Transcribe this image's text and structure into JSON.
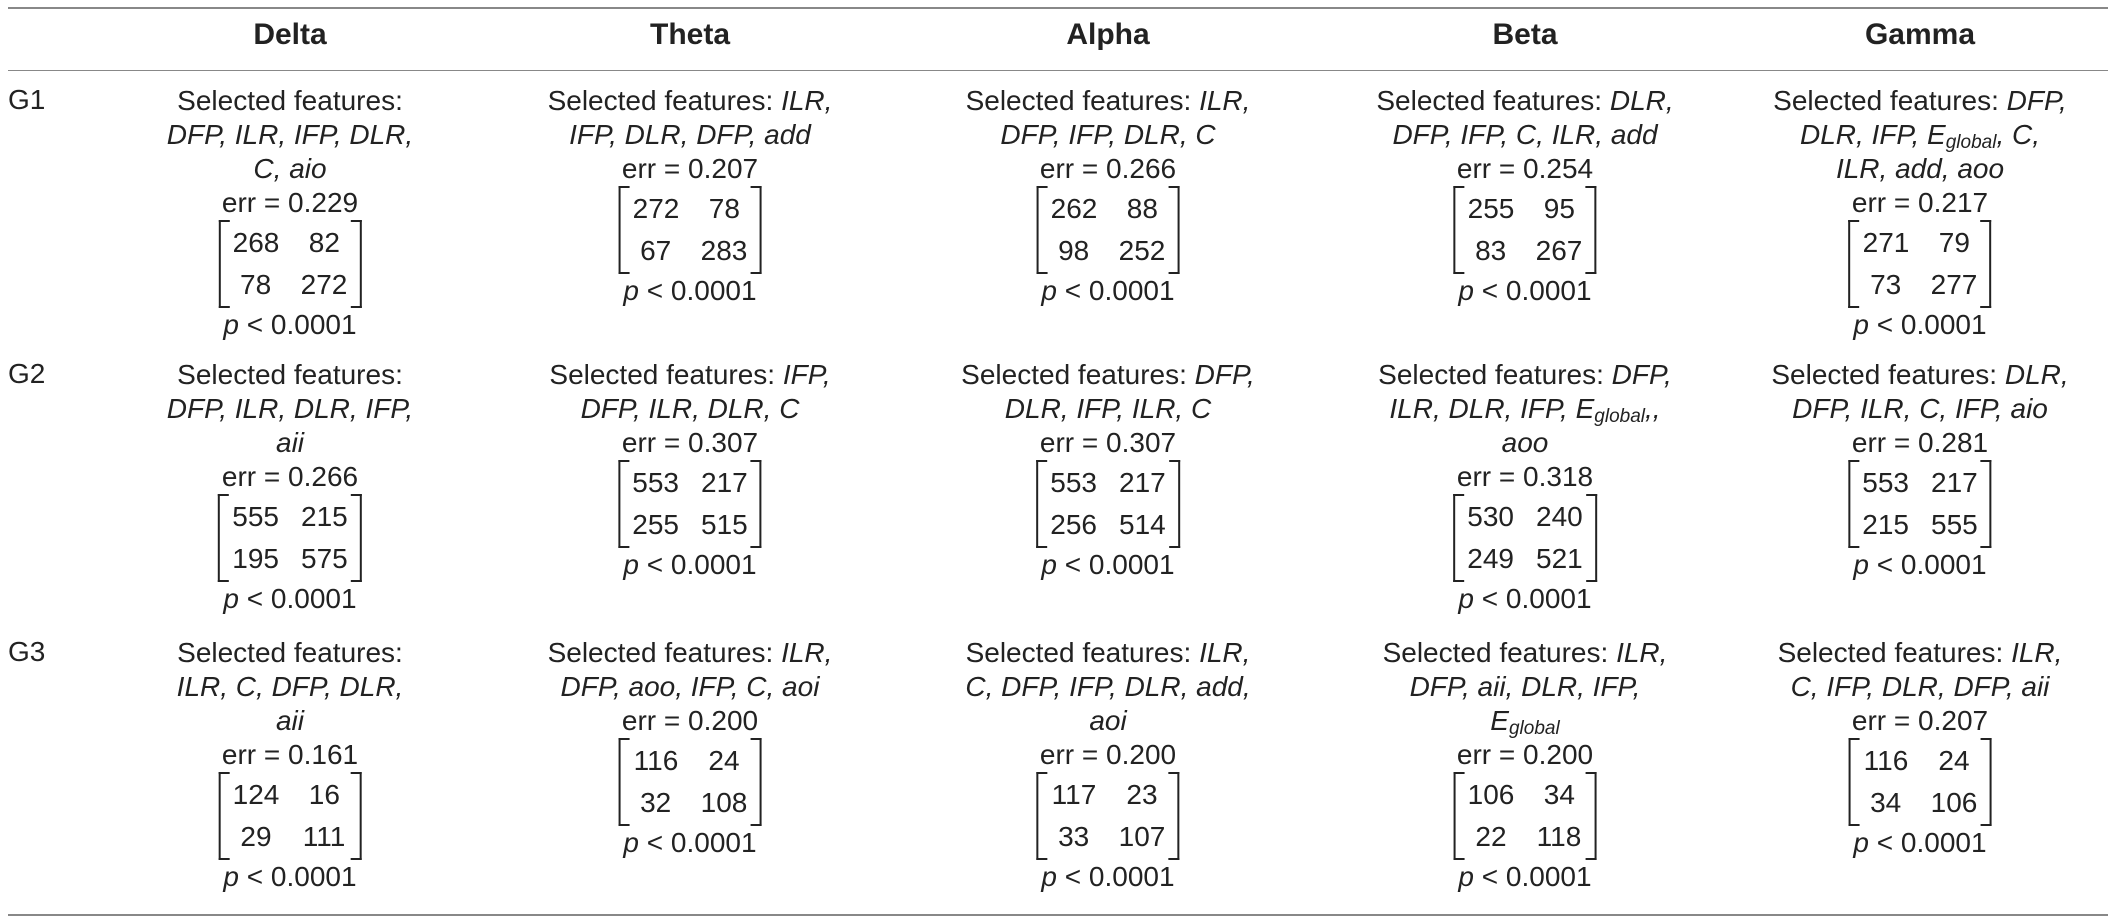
{
  "columns": [
    "Delta",
    "Theta",
    "Alpha",
    "Beta",
    "Gamma"
  ],
  "row_labels": [
    "G1",
    "G2",
    "G3"
  ],
  "common": {
    "selected_label": "Selected features:",
    "err_prefix": "err = ",
    "p_symbol": "p",
    "p_value": " < 0.0001"
  },
  "cells": [
    [
      {
        "lines": [
          [
            "Selected features:",
            ""
          ],
          [
            "",
            "DFP, ILR, IFP, DLR,"
          ],
          [
            "",
            "C, aio"
          ]
        ],
        "err": "0.229",
        "m": [
          [
            "268",
            "82"
          ],
          [
            "78",
            "272"
          ]
        ]
      },
      {
        "lines": [
          [
            "Selected features: ",
            "ILR,"
          ],
          [
            "",
            "IFP, DLR, DFP, add"
          ]
        ],
        "err": "0.207",
        "m": [
          [
            "272",
            "78"
          ],
          [
            "67",
            "283"
          ]
        ]
      },
      {
        "lines": [
          [
            "Selected features: ",
            "ILR,"
          ],
          [
            "",
            "DFP, IFP, DLR, C"
          ]
        ],
        "err": "0.266",
        "m": [
          [
            "262",
            "88"
          ],
          [
            "98",
            "252"
          ]
        ]
      },
      {
        "lines": [
          [
            "Selected features: ",
            "DLR,"
          ],
          [
            "",
            "DFP, IFP, C, ILR, add"
          ]
        ],
        "err": "0.254",
        "m": [
          [
            "255",
            "95"
          ],
          [
            "83",
            "267"
          ]
        ]
      },
      {
        "lines": [
          [
            "Selected features: ",
            "DFP,"
          ],
          [
            "",
            "DLR, IFP, E|global|, C,"
          ],
          [
            "",
            "ILR, add, aoo"
          ]
        ],
        "err": "0.217",
        "m": [
          [
            "271",
            "79"
          ],
          [
            "73",
            "277"
          ]
        ]
      }
    ],
    [
      {
        "lines": [
          [
            "Selected features:",
            ""
          ],
          [
            "",
            "DFP, ILR, DLR, IFP,"
          ],
          [
            "",
            "aii"
          ]
        ],
        "err": "0.266",
        "m": [
          [
            "555",
            "215"
          ],
          [
            "195",
            "575"
          ]
        ]
      },
      {
        "lines": [
          [
            "Selected features: ",
            "IFP,"
          ],
          [
            "",
            "DFP, ILR, DLR, C"
          ]
        ],
        "err": "0.307",
        "m": [
          [
            "553",
            "217"
          ],
          [
            "255",
            "515"
          ]
        ]
      },
      {
        "lines": [
          [
            "Selected features: ",
            "DFP,"
          ],
          [
            "",
            "DLR, IFP, ILR, C"
          ]
        ],
        "err": "0.307",
        "m": [
          [
            "553",
            "217"
          ],
          [
            "256",
            "514"
          ]
        ]
      },
      {
        "lines": [
          [
            "Selected features: ",
            "DFP,"
          ],
          [
            "",
            "ILR, DLR, IFP, E|global|,,"
          ],
          [
            "",
            "aoo"
          ]
        ],
        "err": "0.318",
        "m": [
          [
            "530",
            "240"
          ],
          [
            "249",
            "521"
          ]
        ]
      },
      {
        "lines": [
          [
            "Selected features: ",
            "DLR,"
          ],
          [
            "",
            "DFP, ILR, C, IFP, aio"
          ]
        ],
        "err": "0.281",
        "m": [
          [
            "553",
            "217"
          ],
          [
            "215",
            "555"
          ]
        ]
      }
    ],
    [
      {
        "lines": [
          [
            "Selected features:",
            ""
          ],
          [
            "",
            "ILR, C, DFP, DLR,"
          ],
          [
            "",
            "aii"
          ]
        ],
        "err": "0.161",
        "m": [
          [
            "124",
            "16"
          ],
          [
            "29",
            "111"
          ]
        ]
      },
      {
        "lines": [
          [
            "Selected features: ",
            "ILR,"
          ],
          [
            "",
            "DFP, aoo, IFP, C, aoi"
          ]
        ],
        "err": "0.200",
        "m": [
          [
            "116",
            "24"
          ],
          [
            "32",
            "108"
          ]
        ]
      },
      {
        "lines": [
          [
            "Selected features: ",
            "ILR,"
          ],
          [
            "",
            "C, DFP, IFP, DLR, add,"
          ],
          [
            "",
            "aoi"
          ]
        ],
        "err": "0.200",
        "m": [
          [
            "117",
            "23"
          ],
          [
            "33",
            "107"
          ]
        ]
      },
      {
        "lines": [
          [
            "Selected features: ",
            "ILR,"
          ],
          [
            "",
            "DFP, aii, DLR, IFP,"
          ],
          [
            "",
            "E|global|"
          ]
        ],
        "err": "0.200",
        "m": [
          [
            "106",
            "34"
          ],
          [
            "22",
            "118"
          ]
        ]
      },
      {
        "lines": [
          [
            "Selected features: ",
            "ILR,"
          ],
          [
            "",
            "C, IFP, DLR, DFP, aii"
          ]
        ],
        "err": "0.207",
        "m": [
          [
            "116",
            "24"
          ],
          [
            "34",
            "106"
          ]
        ]
      }
    ]
  ]
}
